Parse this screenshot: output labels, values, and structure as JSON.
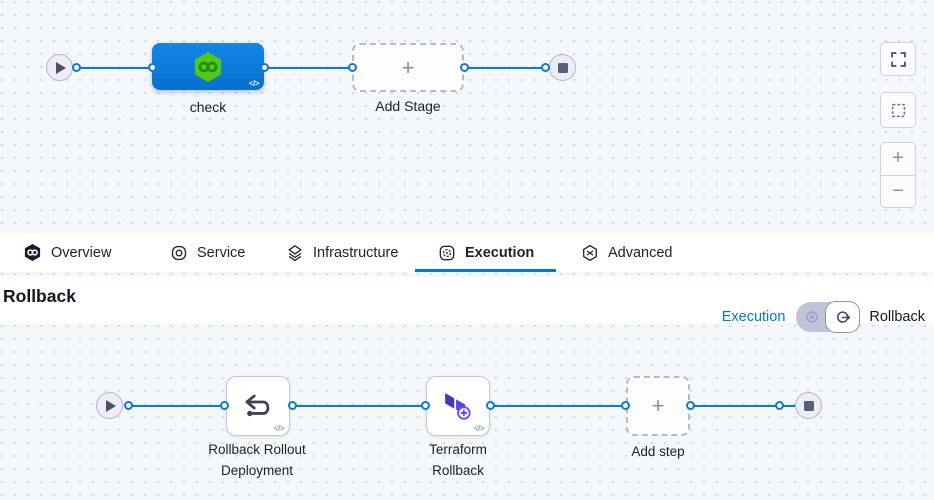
{
  "app": {
    "accent": "#0278d5",
    "stage_blue": "#0b7ad8",
    "harness_green": "#55c717",
    "terraform_purple": "#5246e0"
  },
  "top_canvas": {
    "stage_label": "check",
    "add_stage_label": "Add Stage"
  },
  "tabs": {
    "items": [
      {
        "label": "Overview"
      },
      {
        "label": "Service"
      },
      {
        "label": "Infrastructure"
      },
      {
        "label": "Execution",
        "active": true
      },
      {
        "label": "Advanced"
      }
    ]
  },
  "rollback": {
    "title": "Rollback",
    "switch": {
      "execution_label": "Execution",
      "rollback_label": "Rollback"
    },
    "step1": {
      "line1": "Rollback Rollout",
      "line2": "Deployment"
    },
    "step2": {
      "line1": "Terraform",
      "line2": "Rollback"
    },
    "add_step_label": "Add step"
  },
  "glyphs": {
    "code": "</>",
    "plus": "+",
    "minus": "−"
  }
}
